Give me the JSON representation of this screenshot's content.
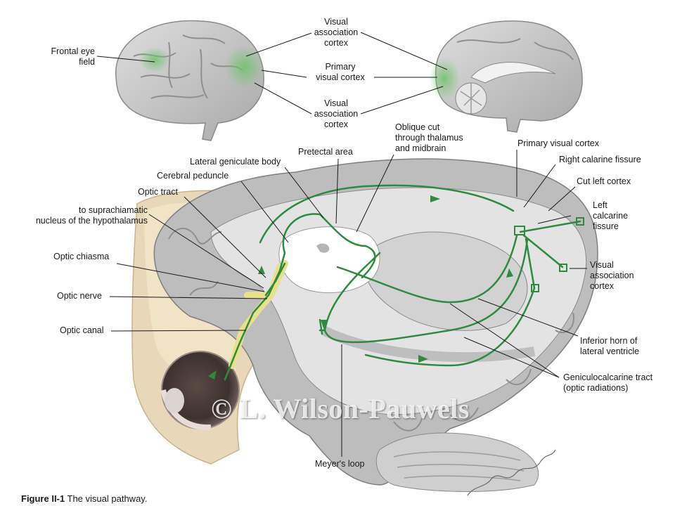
{
  "labels": {
    "frontal_eye_field": [
      "Frontal eye",
      "field"
    ],
    "visual_assoc_top": [
      "Visual",
      "association",
      "cortex"
    ],
    "primary_visual_top": [
      "Primary",
      "visual cortex"
    ],
    "visual_assoc_mid": [
      "Visual",
      "association",
      "cortex"
    ],
    "oblique_cut": [
      "Oblique cut",
      "through thalamus",
      "and midbrain"
    ],
    "pretectal_area": "Pretectal area",
    "lateral_geniculate": "Lateral geniculate body",
    "cerebral_peduncle": "Cerebral peduncle",
    "optic_tract": "Optic tract",
    "suprachiasmatic": [
      "to suprachiamatic",
      "nucleus of the hypothalamus"
    ],
    "optic_chiasma": "Optic chiasma",
    "optic_nerve": "Optic nerve",
    "optic_canal": "Optic canal",
    "primary_visual_cortex": "Primary visual cortex",
    "right_calcarine": "Right calarine fissure",
    "cut_left_cortex": "Cut left cortex",
    "left_calcarine": [
      "Left",
      "calcarine",
      "fissure"
    ],
    "visual_assoc_right": [
      "Visual",
      "association",
      "cortex"
    ],
    "inferior_horn": [
      "Inferior horn of",
      "lateral ventricle"
    ],
    "geniculocalcarine": [
      "Geniculocalcarine tract",
      "(optic radiations)"
    ],
    "meyers_loop": "Meyer's loop"
  },
  "watermark": "© L. Wilson-Pauwels",
  "caption": {
    "number": "Figure II-1",
    "title": "The visual pathway."
  },
  "colors": {
    "pathway_green": "#2e8b3e",
    "highlight_green": "#8fd08a",
    "brain_gray": "#c9c9c9",
    "bone": "#e8d7b8"
  }
}
